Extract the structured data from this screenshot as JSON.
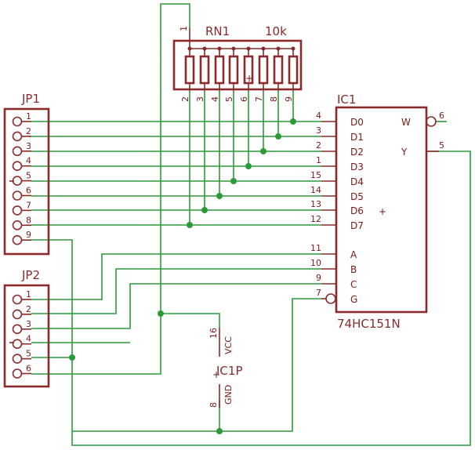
{
  "rn1": {
    "name": "RN1",
    "value": "10k",
    "common_pin": "1",
    "pins": [
      "2",
      "3",
      "4",
      "5",
      "6",
      "7",
      "8",
      "9"
    ],
    "plus": "+"
  },
  "jp1": {
    "name": "JP1",
    "pins": [
      "1",
      "2",
      "3",
      "4",
      "5",
      "6",
      "7",
      "8",
      "9"
    ]
  },
  "jp2": {
    "name": "JP2",
    "pins": [
      "1",
      "2",
      "3",
      "4",
      "5",
      "6"
    ]
  },
  "ic1": {
    "name": "IC1",
    "part": "74HC151N",
    "plus": "+",
    "left_pins": [
      {
        "num": "4",
        "sig": "D0"
      },
      {
        "num": "3",
        "sig": "D1"
      },
      {
        "num": "2",
        "sig": "D2"
      },
      {
        "num": "1",
        "sig": "D3"
      },
      {
        "num": "15",
        "sig": "D4"
      },
      {
        "num": "14",
        "sig": "D5"
      },
      {
        "num": "13",
        "sig": "D6"
      },
      {
        "num": "12",
        "sig": "D7"
      },
      {
        "num": "11",
        "sig": "A"
      },
      {
        "num": "10",
        "sig": "B"
      },
      {
        "num": "9",
        "sig": "C"
      },
      {
        "num": "7",
        "sig": "G"
      }
    ],
    "right_pins": [
      {
        "num": "6",
        "sig": "W"
      },
      {
        "num": "5",
        "sig": "Y"
      }
    ]
  },
  "ic1p": {
    "name": "IC1P",
    "vcc_pin": "16",
    "vcc": "VCC",
    "gnd_pin": "8",
    "gnd": "GND",
    "plus": "+"
  },
  "colors": {
    "wire": "#2d9a3a",
    "part": "#8a2a2a",
    "text": "#7a1a1a"
  }
}
